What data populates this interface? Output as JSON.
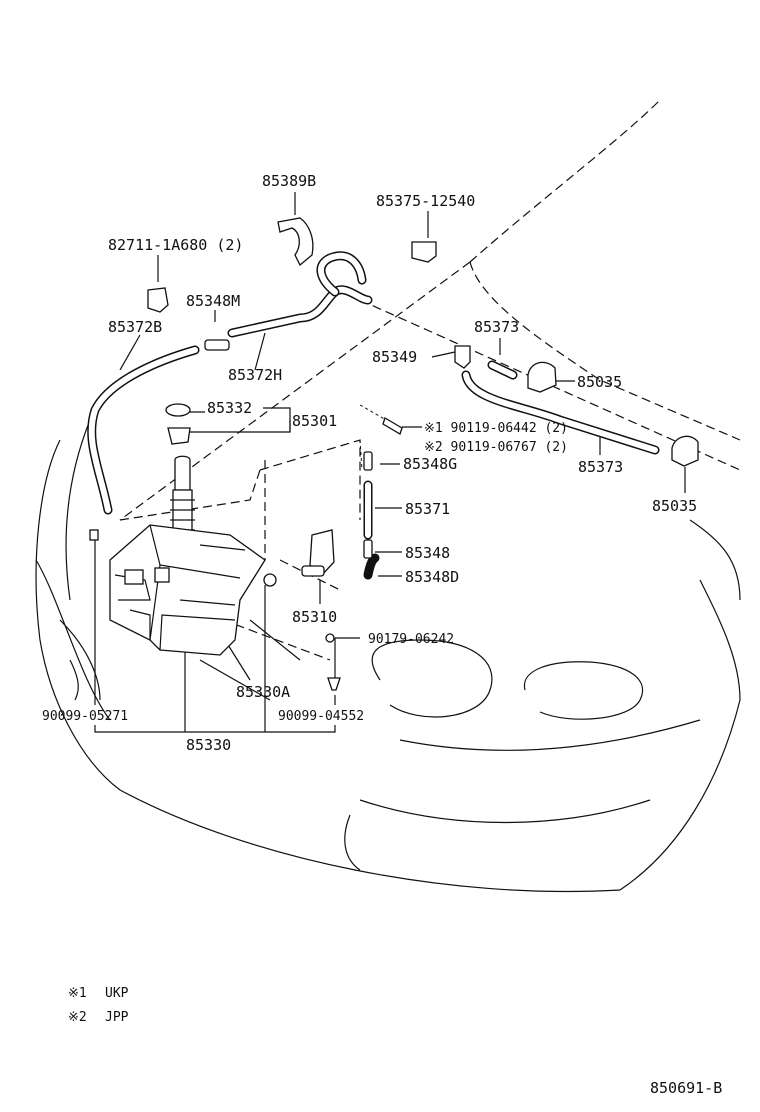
{
  "labels": {
    "p85389B": "85389B",
    "p85375": "85375-12540",
    "p82711": "82711-1A680 (2)",
    "p85348M": "85348M",
    "p85372B": "85372B",
    "p85373a": "85373",
    "p85349": "85349",
    "p85035a": "85035",
    "p85372H": "85372H",
    "p85332": "85332",
    "p85301": "85301",
    "p90119a": "※1 90119-06442 (2)",
    "p90119b": "※2 90119-06767 (2)",
    "p85348G": "85348G",
    "p85373b": "85373",
    "p85035b": "85035",
    "p85371": "85371",
    "p85348": "85348",
    "p85348D": "85348D",
    "p85310": "85310",
    "p90179": "90179-06242",
    "p85330A": "85330A",
    "p90099a": "90099-05271",
    "p90099b": "90099-04552",
    "p85330": "85330"
  },
  "legend": [
    {
      "mark": "※1",
      "text": "UKP"
    },
    {
      "mark": "※2",
      "text": "JPP"
    }
  ],
  "figure_code": "850691-B"
}
